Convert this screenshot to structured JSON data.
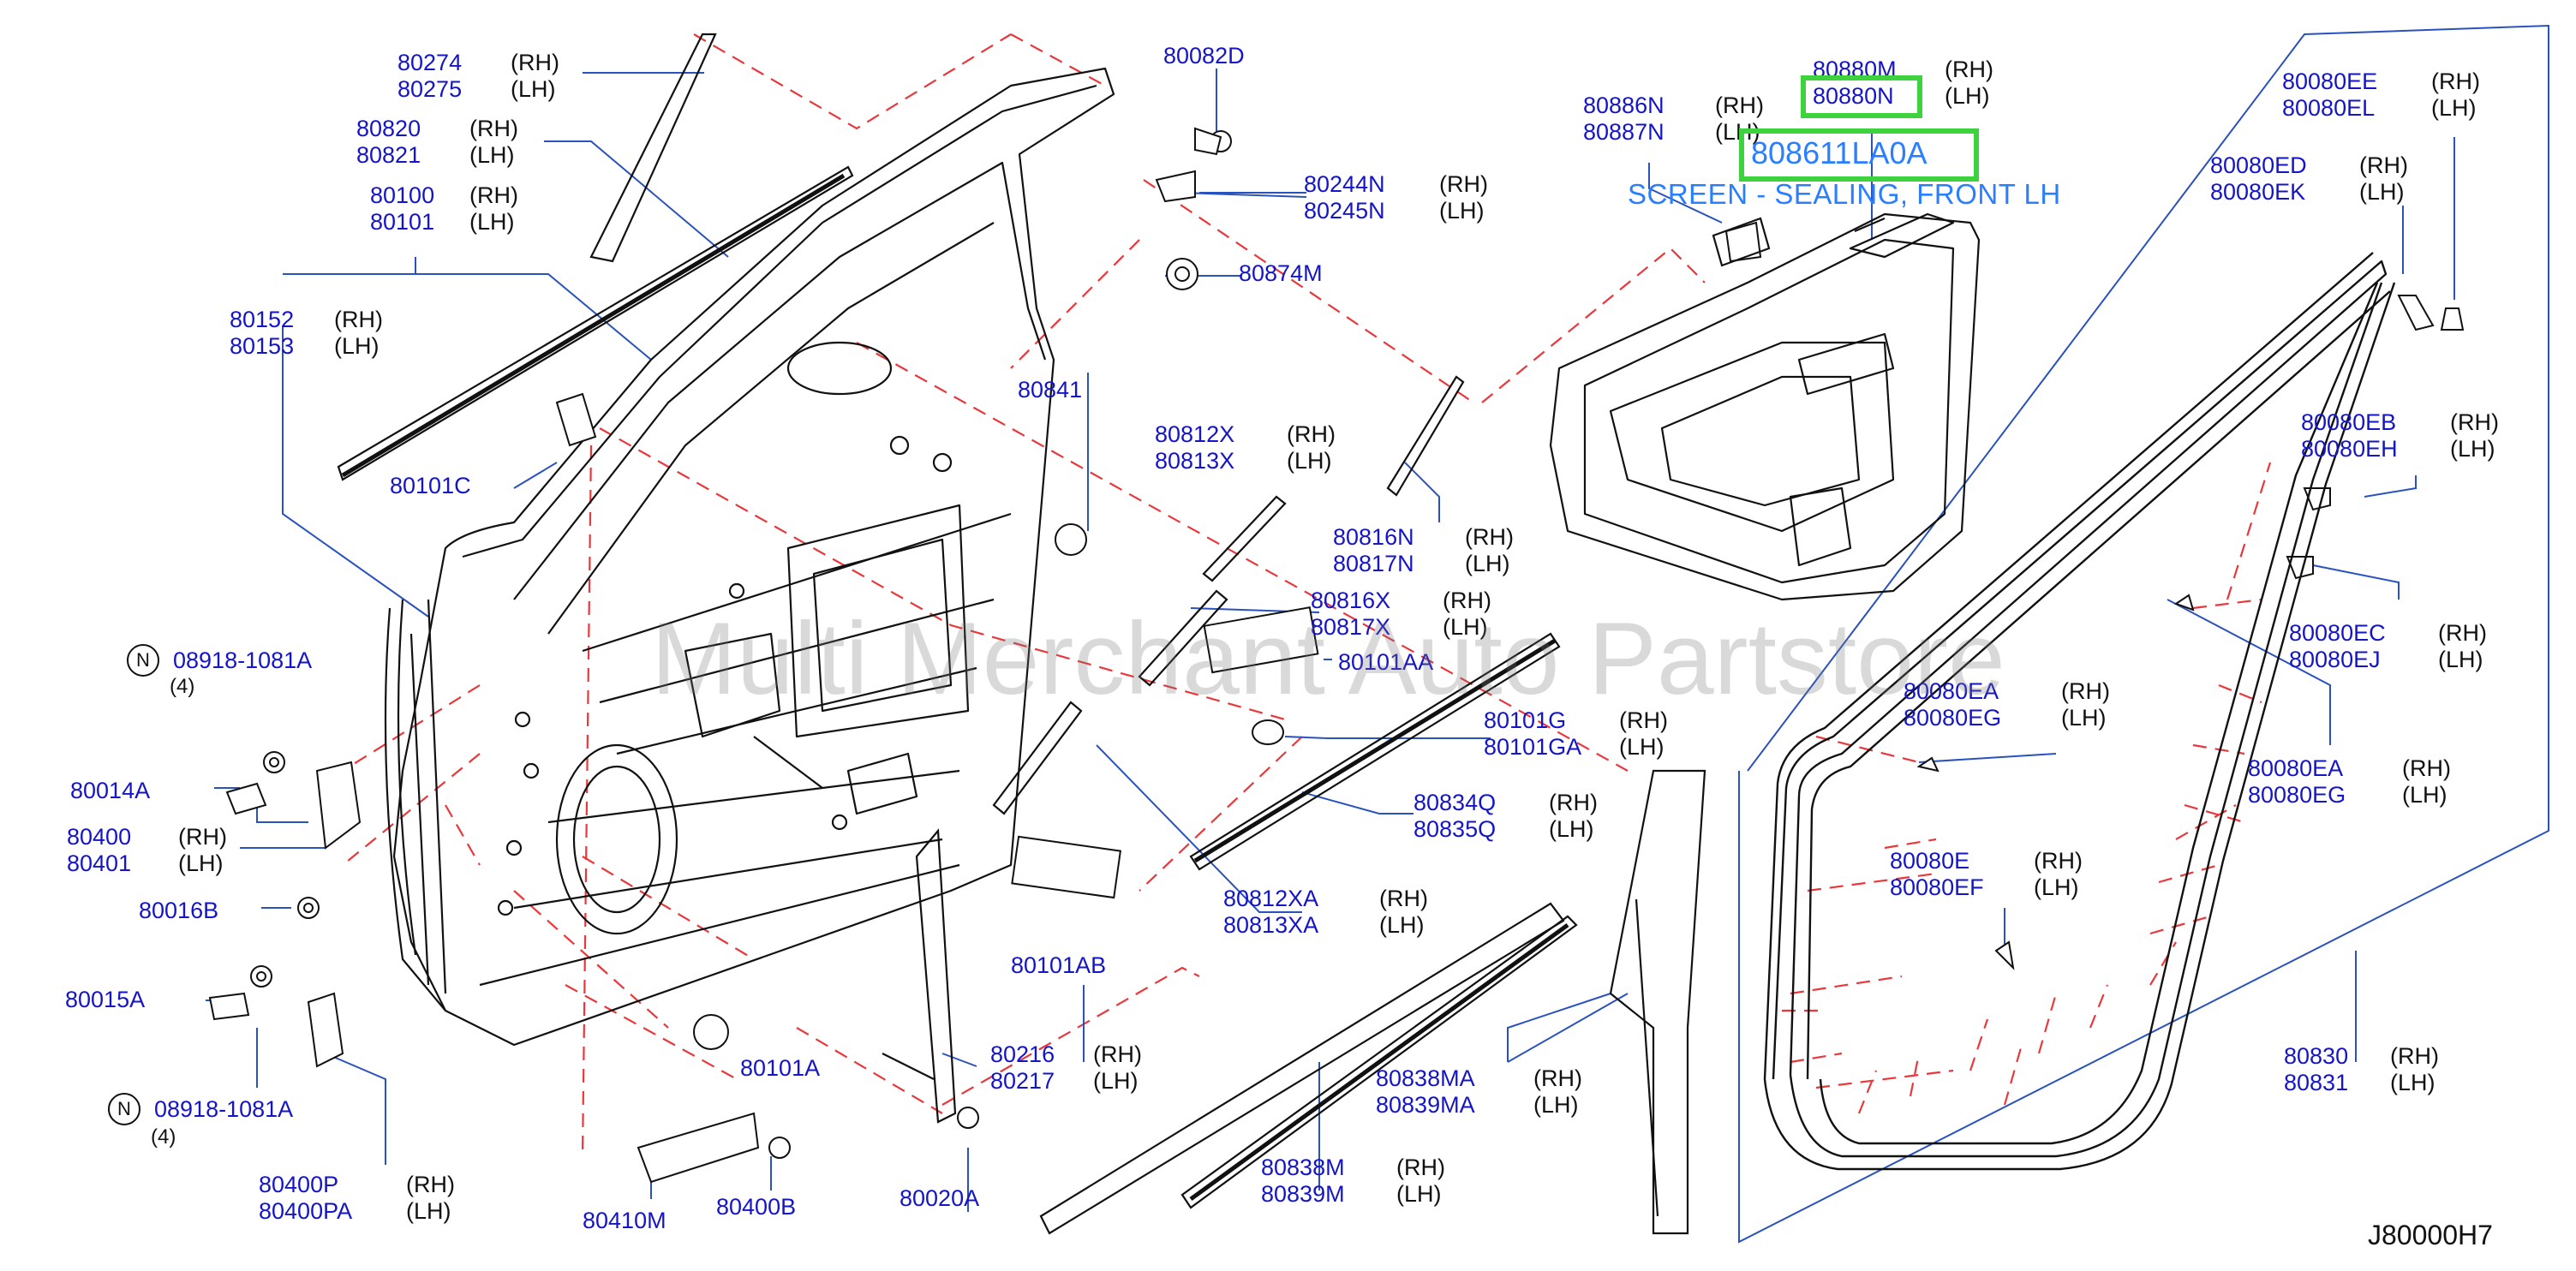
{
  "watermark": "Multi Merchant Auto Partstore",
  "diagram_code": "J80000H7",
  "highlight": {
    "part": "808611LA0A",
    "description": "SCREEN - SEALING, FRONT LH",
    "boxed_label": "80880N"
  },
  "qty_note": "(4)",
  "circle_letter": "N",
  "labels": [
    {
      "id": "80274",
      "parts": [
        "80274",
        "80275"
      ],
      "side": [
        "(RH)",
        "(LH)"
      ]
    },
    {
      "id": "80820",
      "parts": [
        "80820",
        "80821"
      ],
      "side": [
        "(RH)",
        "(LH)"
      ]
    },
    {
      "id": "80100",
      "parts": [
        "80100",
        "80101"
      ],
      "side": [
        "(RH)",
        "(LH)"
      ]
    },
    {
      "id": "80152",
      "parts": [
        "80152",
        "80153"
      ],
      "side": [
        "(RH)",
        "(LH)"
      ]
    },
    {
      "id": "80101C",
      "parts": [
        "80101C"
      ],
      "side": []
    },
    {
      "id": "08918a",
      "parts": [
        "08918-1081A"
      ],
      "side": []
    },
    {
      "id": "80014A",
      "parts": [
        "80014A"
      ],
      "side": []
    },
    {
      "id": "80400",
      "parts": [
        "80400",
        "80401"
      ],
      "side": [
        "(RH)",
        "(LH)"
      ]
    },
    {
      "id": "80016B",
      "parts": [
        "80016B"
      ],
      "side": []
    },
    {
      "id": "80015A",
      "parts": [
        "80015A"
      ],
      "side": []
    },
    {
      "id": "08918b",
      "parts": [
        "08918-1081A"
      ],
      "side": []
    },
    {
      "id": "80400P",
      "parts": [
        "80400P",
        "80400PA"
      ],
      "side": [
        "(RH)",
        "(LH)"
      ]
    },
    {
      "id": "80410M",
      "parts": [
        "80410M"
      ],
      "side": []
    },
    {
      "id": "80400B",
      "parts": [
        "80400B"
      ],
      "side": []
    },
    {
      "id": "80101A",
      "parts": [
        "80101A"
      ],
      "side": []
    },
    {
      "id": "80020A",
      "parts": [
        "80020A"
      ],
      "side": []
    },
    {
      "id": "80216",
      "parts": [
        "80216",
        "80217"
      ],
      "side": [
        "(RH)",
        "(LH)"
      ]
    },
    {
      "id": "80101AB",
      "parts": [
        "80101AB"
      ],
      "side": []
    },
    {
      "id": "80812XA",
      "parts": [
        "80812XA",
        "80813XA"
      ],
      "side": [
        "(RH)",
        "(LH)"
      ]
    },
    {
      "id": "80838M",
      "parts": [
        "80838M",
        "80839M"
      ],
      "side": [
        "(RH)",
        "(LH)"
      ]
    },
    {
      "id": "80838MA",
      "parts": [
        "80838MA",
        "80839MA"
      ],
      "side": [
        "(RH)",
        "(LH)"
      ]
    },
    {
      "id": "80834Q",
      "parts": [
        "80834Q",
        "80835Q"
      ],
      "side": [
        "(RH)",
        "(LH)"
      ]
    },
    {
      "id": "80101G",
      "parts": [
        "80101G",
        "80101GA"
      ],
      "side": [
        "(RH)",
        "(LH)"
      ]
    },
    {
      "id": "80101AA",
      "parts": [
        "80101AA"
      ],
      "side": []
    },
    {
      "id": "80816X",
      "parts": [
        "80816X",
        "80817X"
      ],
      "side": [
        "(RH)",
        "(LH)"
      ]
    },
    {
      "id": "80816N",
      "parts": [
        "80816N",
        "80817N"
      ],
      "side": [
        "(RH)",
        "(LH)"
      ]
    },
    {
      "id": "80812X",
      "parts": [
        "80812X",
        "80813X"
      ],
      "side": [
        "(RH)",
        "(LH)"
      ]
    },
    {
      "id": "80841",
      "parts": [
        "80841"
      ],
      "side": []
    },
    {
      "id": "80874M",
      "parts": [
        "80874M"
      ],
      "side": []
    },
    {
      "id": "80244N",
      "parts": [
        "80244N",
        "80245N"
      ],
      "side": [
        "(RH)",
        "(LH)"
      ]
    },
    {
      "id": "80082D",
      "parts": [
        "80082D"
      ],
      "side": []
    },
    {
      "id": "80886N",
      "parts": [
        "80886N",
        "80887N"
      ],
      "side": [
        "(RH)",
        "(LH)"
      ]
    },
    {
      "id": "80880M",
      "parts": [
        "80880M",
        "80880N"
      ],
      "side": [
        "(RH)",
        "(LH)"
      ]
    },
    {
      "id": "80080EE",
      "parts": [
        "80080EE",
        "80080EL"
      ],
      "side": [
        "(RH)",
        "(LH)"
      ]
    },
    {
      "id": "80080ED",
      "parts": [
        "80080ED",
        "80080EK"
      ],
      "side": [
        "(RH)",
        "(LH)"
      ]
    },
    {
      "id": "80080EB",
      "parts": [
        "80080EB",
        "80080EH"
      ],
      "side": [
        "(RH)",
        "(LH)"
      ]
    },
    {
      "id": "80080EC",
      "parts": [
        "80080EC",
        "80080EJ"
      ],
      "side": [
        "(RH)",
        "(LH)"
      ]
    },
    {
      "id": "80080EA1",
      "parts": [
        "80080EA",
        "80080EG"
      ],
      "side": [
        "(RH)",
        "(LH)"
      ]
    },
    {
      "id": "80080EA2",
      "parts": [
        "80080EA",
        "80080EG"
      ],
      "side": [
        "(RH)",
        "(LH)"
      ]
    },
    {
      "id": "80080E",
      "parts": [
        "80080E",
        "80080EF"
      ],
      "side": [
        "(RH)",
        "(LH)"
      ]
    },
    {
      "id": "80830",
      "parts": [
        "80830",
        "80831"
      ],
      "side": [
        "(RH)",
        "(LH)"
      ]
    }
  ]
}
